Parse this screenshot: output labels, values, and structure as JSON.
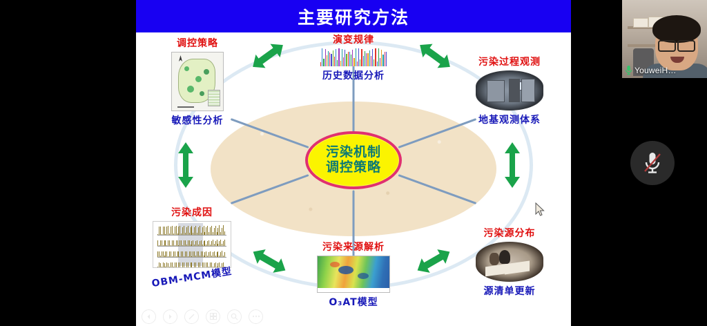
{
  "slide": {
    "title": "主要研究方法",
    "banner_color": "#1800f2",
    "center": {
      "line1": "污染机制",
      "line2": "调控策略",
      "fill_color": "#fbf400",
      "border_color": "#e03070",
      "text_color": "#0d7a74"
    },
    "nodes": [
      {
        "id": "top-left",
        "title": "调控策略",
        "caption": "敏感性分析",
        "icon": "province-map-thumbnail"
      },
      {
        "id": "top-center",
        "title": "演变规律",
        "caption": "历史数据分析",
        "icon": "barcode-timeseries-thumbnail"
      },
      {
        "id": "top-right",
        "title": "污染过程观测",
        "caption": "地基观测体系",
        "icon": "instrument-photo-thumbnail"
      },
      {
        "id": "bottom-right",
        "title": "污染源分布",
        "caption": "源清单更新",
        "icon": "desk-photo-thumbnail"
      },
      {
        "id": "bottom-center",
        "title": "污染来源解析",
        "caption": "O₃AT模型",
        "icon": "o3-colormap-thumbnail"
      },
      {
        "id": "bottom-left",
        "title": "污染成因",
        "caption": "OBM-MCM模型",
        "icon": "obm-timeseries-thumbnail"
      }
    ],
    "title_color": "#e01010",
    "caption_color": "#1718b8",
    "arrow_color": "#1aa34a",
    "hub_color": "#f2e2c6",
    "spoke_color": "#7e9cbf"
  },
  "ppt_toolbar": {
    "buttons": [
      {
        "name": "previous-slide",
        "icon": "chevron-left-icon"
      },
      {
        "name": "next-slide",
        "icon": "chevron-right-icon"
      },
      {
        "name": "pen-tool",
        "icon": "pen-slash-icon"
      },
      {
        "name": "all-slides",
        "icon": "grid-slides-icon"
      },
      {
        "name": "zoom-in",
        "icon": "magnifier-icon"
      },
      {
        "name": "more-options",
        "icon": "ellipsis-icon"
      }
    ]
  },
  "video_panel": {
    "participant_name": "YouweiH…",
    "mic_icon": "microphone-icon",
    "mic_icon_color": "#35c46b"
  },
  "mute_button": {
    "name": "mute-toggle",
    "icon": "microphone-muted-icon",
    "state": "muted"
  }
}
